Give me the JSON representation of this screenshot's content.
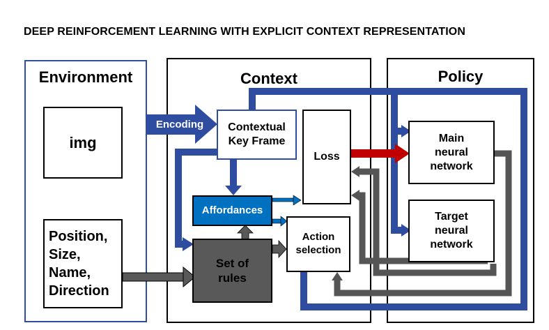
{
  "title": "DEEP REINFORCEMENT LEARNING WITH EXPLICIT CONTEXT REPRESENTATION",
  "panels": {
    "environment": "Environment",
    "context": "Context",
    "policy": "Policy"
  },
  "boxes": {
    "img": "img",
    "attributes": "Position,\nSize,\nName,\nDirection",
    "contextual_key_frame": "Contextual\nKey Frame",
    "loss": "Loss",
    "affordances": "Affordances",
    "action_selection": "Action\nselection",
    "set_of_rules": "Set of\nrules",
    "main_network": "Main\nneural\nnetwork",
    "target_network": "Target\nneural\nnetwork"
  },
  "arrows": {
    "encoding": "Encoding"
  },
  "colors": {
    "blue": "#2E4CA0",
    "affordances_fill": "#0070C0",
    "gray": "#555555",
    "dark_gray": "#595959",
    "red": "#C00000",
    "env_border": "#2F4F9E"
  }
}
